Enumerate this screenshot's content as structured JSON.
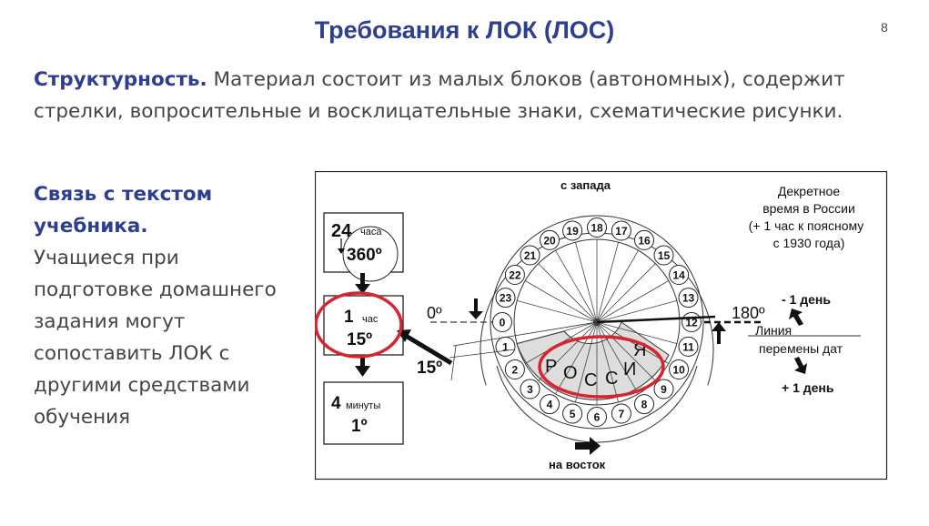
{
  "slide": {
    "title": "Требования к ЛОК (ЛОС)",
    "page_number": "8"
  },
  "intro": {
    "lead": "Структурность.",
    "text": " Материал состоит из малых блоков (автономных), содержит стрелки, вопросительные и восклицательные знаки, схематические рисунки."
  },
  "side": {
    "lead": "Связь с текстом учебника.",
    "text": "Учащиеся при подготовке домашнего задания могут сопоставить ЛОК с другими средствами обучения"
  },
  "diagram": {
    "box_top": {
      "big": "24",
      "small": "часа",
      "degrees": "360º"
    },
    "box_mid": {
      "big": "1",
      "small": "час",
      "degrees": "15º"
    },
    "box_bot": {
      "big": "4",
      "small": "минуты",
      "degrees": "1º"
    },
    "angle_label": "15º",
    "from_west": "с запада",
    "to_east": "на восток",
    "decree_lines": [
      "Декретное",
      "время в России",
      "(+ 1 час к поясному",
      "с 1930 года)"
    ],
    "zero_label": "0º",
    "deg180_label": "180º",
    "minus_day": "- 1 день",
    "plus_day": "+ 1 день",
    "dateline_lines": [
      "Линия",
      "перемены дат"
    ],
    "russia_letters": [
      "Р",
      "О",
      "С",
      "С",
      "И",
      "Я"
    ],
    "zones": [
      "0",
      "1",
      "2",
      "3",
      "4",
      "5",
      "6",
      "7",
      "8",
      "9",
      "10",
      "11",
      "12",
      "13",
      "14",
      "15",
      "16",
      "17",
      "18",
      "19",
      "20",
      "21",
      "22",
      "23"
    ]
  }
}
